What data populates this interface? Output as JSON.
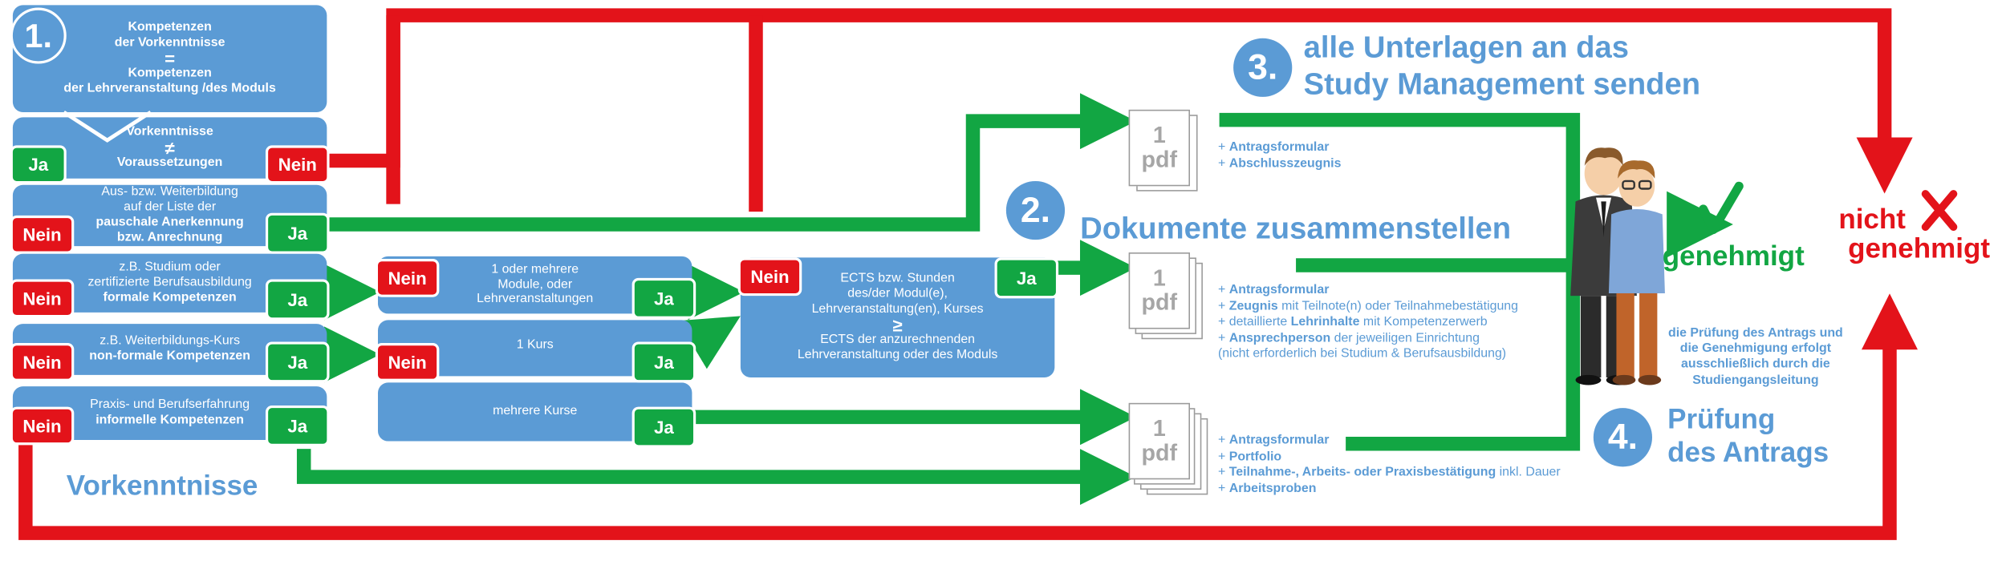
{
  "step1": {
    "number": "1.",
    "box_top": {
      "line1": "Kompetenzen",
      "line2": "der Vorkenntnisse",
      "symbol": "=",
      "line3": "Kompetenzen",
      "line4": "der Lehrveranstaltung /des Moduls"
    },
    "box_prereq": {
      "line1": "Vorkenntnisse",
      "symbol": "≠",
      "line2": "Voraussetzungen"
    },
    "box_list": {
      "line1": "Aus- bzw. Weiterbildung",
      "line2": "auf der Liste der",
      "line3": "pauschale Anerkennung",
      "line4": "bzw. Anrechnung"
    },
    "box_formal": {
      "line1": "z.B. Studium oder",
      "line2": "zertifizierte Berufsausbildung",
      "line3": "formale Kompetenzen"
    },
    "box_nonformal": {
      "line1": "z.B. Weiterbildungs-Kurs",
      "line2": "non-formale Kompetenzen"
    },
    "box_informal": {
      "line1": "Praxis- und Berufserfahrung",
      "line2": "informelle Kompetenzen"
    },
    "vorkenntnisse_label": "Vorkenntnisse"
  },
  "labels": {
    "ja": "Ja",
    "nein": "Nein"
  },
  "middle": {
    "box_modules": {
      "line1": "1 oder mehrere",
      "line2": "Module, oder",
      "line3": "Lehrveranstaltungen"
    },
    "box_one_course": "1 Kurs",
    "box_multi_courses": "mehrere Kurse",
    "box_ects": {
      "line1": "ECTS bzw. Stunden",
      "line2": "des/der Modul(e),",
      "line3": "Lehrveranstaltung(en),  Kurses",
      "symbol": "≥",
      "line4": "ECTS der anzurechnenden",
      "line5": "Lehrveranstaltung oder des Moduls"
    }
  },
  "step2": {
    "number": "2.",
    "title": "Dokumente zusammenstellen"
  },
  "step3": {
    "number": "3.",
    "title_line1": "alle Unterlagen an das",
    "title_line2": "Study Management senden"
  },
  "step4": {
    "number": "4.",
    "title_line1": "Prüfung",
    "title_line2": "des Antrags",
    "note": [
      "die Prüfung des Antrags und",
      "die Genehmigung erfolgt",
      "ausschließlich durch die",
      "Studiengangsleitung"
    ]
  },
  "pdf": {
    "number": "1",
    "label": "pdf"
  },
  "doc1_items": [
    {
      "plus": "+ ",
      "bold": "Antragsformular",
      "rest": ""
    },
    {
      "plus": "+ ",
      "bold": "Abschlusszeugnis",
      "rest": ""
    }
  ],
  "doc2_items": [
    {
      "plus": "+ ",
      "bold": "Antragsformular",
      "rest": ""
    },
    {
      "plus": "+ ",
      "bold": "Zeugnis",
      "rest": " mit Teilnote(n) oder Teilnahmebestätigung"
    },
    {
      "plus": "+ ",
      "pre": "detaillierte ",
      "bold": "Lehrinhalte",
      "rest": " mit Kompetenzerwerb"
    },
    {
      "plus": "+ ",
      "bold": "Ansprechperson",
      "rest": " der jeweiligen Einrichtung"
    },
    {
      "plus": "",
      "bold": "",
      "rest": "  (nicht erforderlich bei Studium & Berufsausbildung)"
    }
  ],
  "doc3_items": [
    {
      "plus": "+ ",
      "bold": "Antragsformular",
      "rest": ""
    },
    {
      "plus": "+ ",
      "bold": "Portfolio",
      "rest": ""
    },
    {
      "plus": "+ ",
      "bold": "Teilnahme-, Arbeits- oder Praxisbestätigung",
      "rest": " inkl. Dauer"
    },
    {
      "plus": "+ ",
      "bold": "Arbeitsproben",
      "rest": ""
    }
  ],
  "result": {
    "approved": "genehmigt",
    "rejected_line1": "nicht",
    "rejected_line2": "genehmigt"
  },
  "colors": {
    "blue": "#5b9bd5",
    "green": "#12a643",
    "red": "#e3131a",
    "grey": "#9b9b9b"
  }
}
